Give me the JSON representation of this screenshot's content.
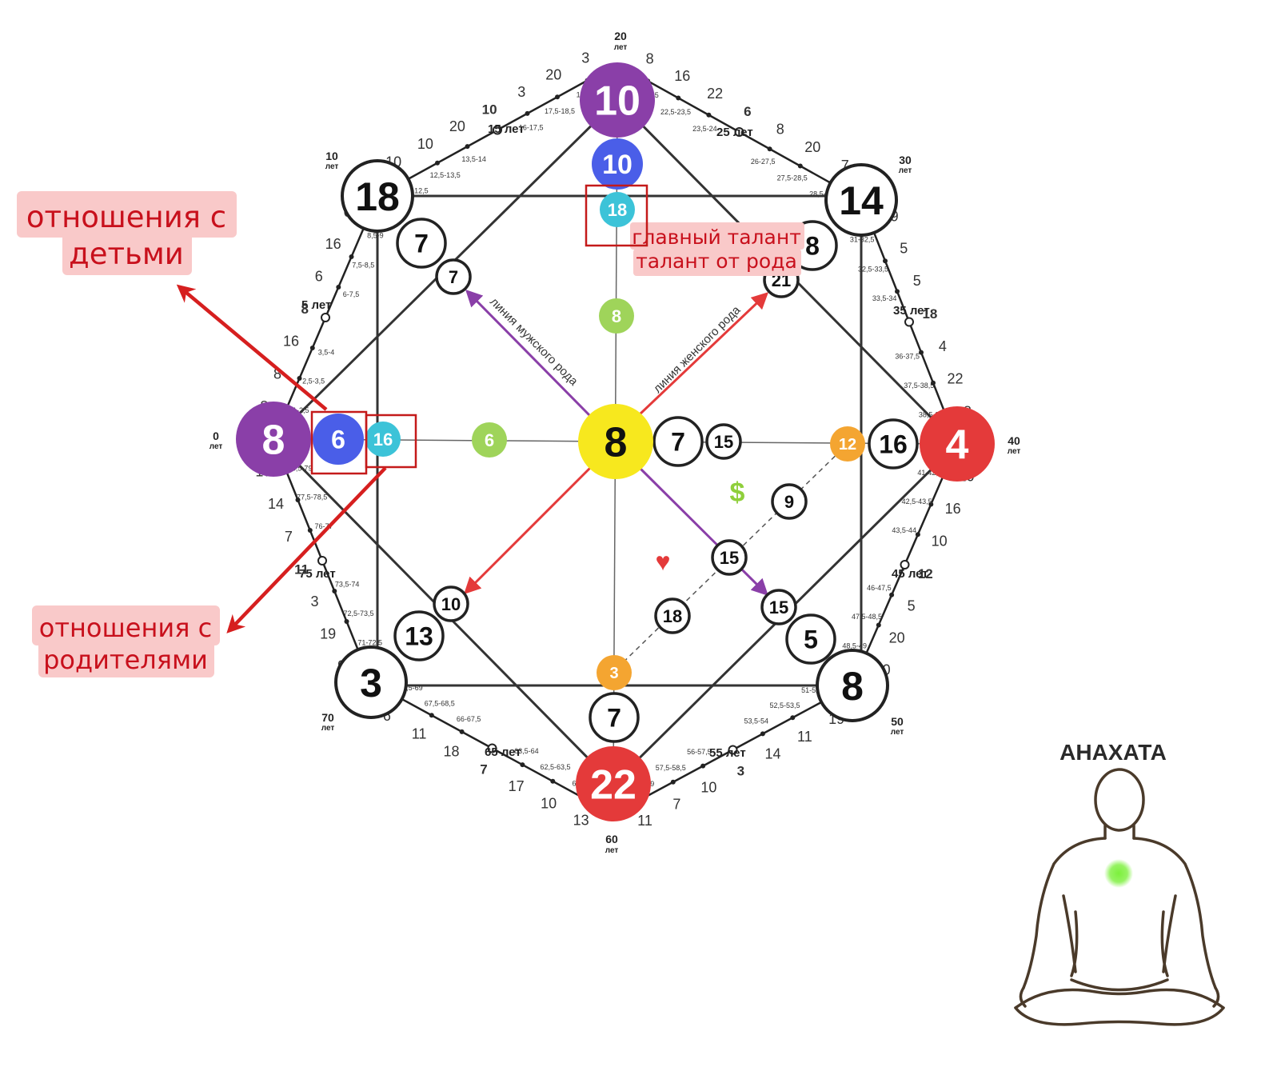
{
  "colors": {
    "purple": "#8a3fa8",
    "blue": "#4a5ee8",
    "cyan": "#3cc3d8",
    "green": "#9fd45a",
    "yellow": "#f7e81e",
    "orange": "#f4a531",
    "red": "#e43a3a",
    "arrow_red": "#d61f1f",
    "annotation_bg": "#f9c9c9",
    "annotation_text": "#c8101c",
    "chakra_dot": "#7cf03c"
  },
  "age_labels": {
    "a0": "0",
    "a10": "10",
    "a20": "20",
    "a30": "30",
    "a40": "40",
    "a50": "50",
    "a60": "60",
    "a70": "70",
    "let": "лет"
  },
  "year_labels": {
    "y5": "5 лет",
    "y15": "15 лет",
    "y25": "25 лет",
    "y35": "35 лет",
    "y45": "45 лет",
    "y55": "55 лет",
    "y65": "65 лет",
    "y75": "75 лет"
  },
  "outer_numbers": {
    "top_left": [
      "10",
      "10",
      "20",
      "10",
      "3",
      "20",
      "3"
    ],
    "top_right": [
      "8",
      "16",
      "22",
      "6",
      "8",
      "20",
      "7"
    ],
    "right_upper": [
      "19",
      "5",
      "5",
      "18",
      "4",
      "22",
      "8"
    ],
    "right_lower": [
      "20",
      "16",
      "10",
      "12",
      "5",
      "20",
      "10"
    ],
    "bottom_right": [
      "19",
      "11",
      "14",
      "3",
      "10",
      "7",
      "11"
    ],
    "bottom_left": [
      "13",
      "10",
      "17",
      "7",
      "18",
      "11",
      "6"
    ],
    "left_lower": [
      "9",
      "19",
      "3",
      "11",
      "7",
      "14",
      "17"
    ],
    "left_upper": [
      "8",
      "8",
      "16",
      "8",
      "6",
      "16",
      "6"
    ]
  },
  "age_ranges": {
    "top_left": [
      "11-12,5",
      "12,5-13,5",
      "13,5-14",
      "16-17,5",
      "17,5-18,5",
      "18,5-19"
    ],
    "top_right": [
      "21-22,5",
      "22,5-23,5",
      "23,5-24",
      "26-27,5",
      "27,5-28,5",
      "28,5-29"
    ],
    "right_upper": [
      "31-32,5",
      "32,5-33,5",
      "33,5-34",
      "36-37,5",
      "37,5-38,5",
      "38,5-39"
    ],
    "right_lower": [
      "41-42,5",
      "42,5-43,5",
      "43,5-44",
      "46-47,5",
      "47,5-48,5",
      "48,5-49"
    ],
    "bottom_right": [
      "51-52,5",
      "52,5-53,5",
      "53,5-54",
      "56-57,5",
      "57,5-58,5",
      "58,5-59"
    ],
    "bottom_left": [
      "61-62,5",
      "62,5-63,5",
      "63,5-64",
      "66-67,5",
      "67,5-68,5",
      "68,5-69"
    ],
    "left_lower": [
      "71-72,5",
      "72,5-73,5",
      "73,5-74",
      "76-77",
      "77,5-78,5",
      "78,5-79"
    ],
    "left_upper": [
      "1-2,5",
      "2,5-3,5",
      "3,5-4",
      "6-7,5",
      "7,5-8,5",
      "8,5-9"
    ]
  },
  "nodes": {
    "left_outer": "8",
    "top_outer": "10",
    "right_outer": "4",
    "bottom_outer": "22",
    "tl_outer": "18",
    "tr_outer": "14",
    "bl_outer": "3",
    "br_outer": "8",
    "left_2": "6",
    "left_3": "16",
    "left_inner": "6",
    "top_2": "10",
    "top_3": "18",
    "top_inner": "8",
    "right_2": "16",
    "right_3": "12",
    "right_a": "7",
    "right_b": "15",
    "bottom_2": "7",
    "bottom_3": "3",
    "center": "8",
    "tl_2": "7",
    "tl_3": "7",
    "tr_2": "8",
    "tr_3": "21",
    "bl_2": "13",
    "bl_3": "10",
    "br_2": "5",
    "br_3": "15",
    "diag_a": "9",
    "diag_b": "15",
    "diag_c": "18"
  },
  "symbols": {
    "money": "$",
    "heart": "♥"
  },
  "lines": {
    "male": "линия мужского рода",
    "female": "линия женского рода"
  },
  "annotations": {
    "children_line1": "отношения с",
    "children_line2": "детьми",
    "parents_line1": "отношения с",
    "parents_line2": "родителями",
    "talent_line1": "главный талант",
    "talent_line2": "талант от рода"
  },
  "chakra": {
    "title": "АНАХАТА"
  }
}
